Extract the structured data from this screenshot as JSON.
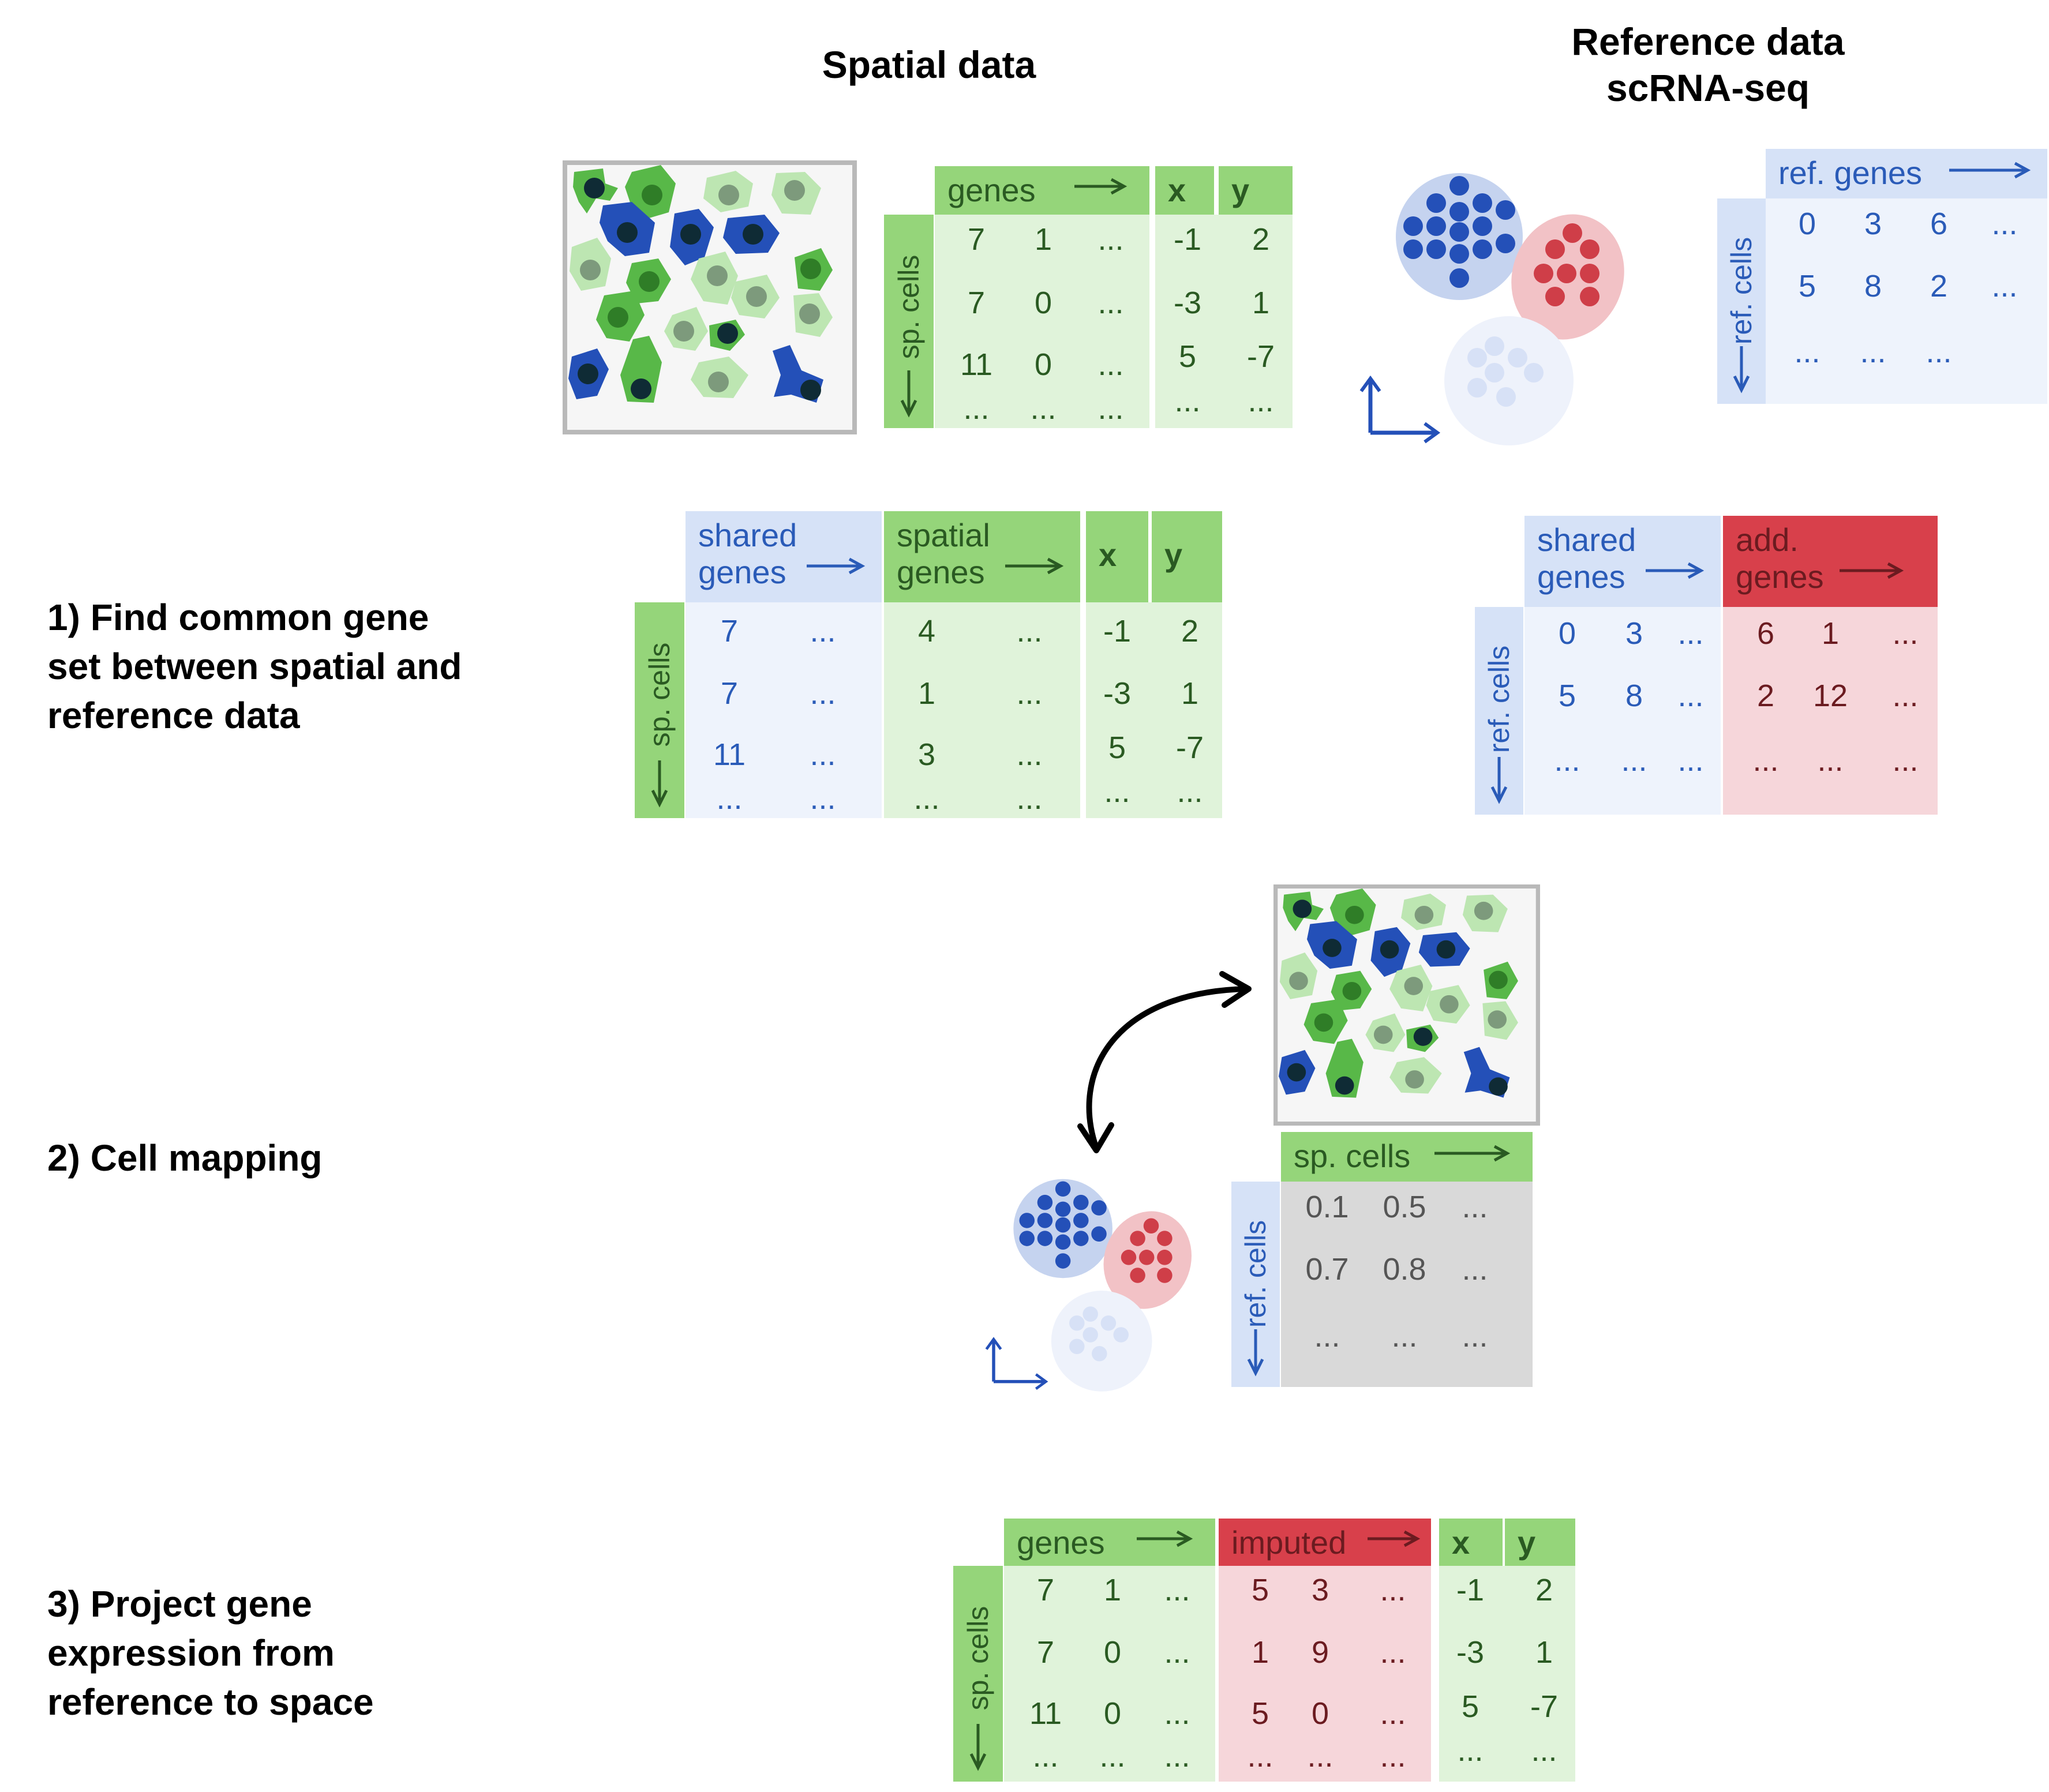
{
  "headers": {
    "spatial": "Spatial data",
    "reference": "Reference data\nscRNA-seq"
  },
  "colors": {
    "green_head": "#95d57a",
    "green_body": "#e0f3da",
    "green_text": "#2a5a22",
    "blue_head": "#d6e2f7",
    "blue_body": "#eef3fc",
    "blue_text": "#2a5bb8",
    "red_head": "#d8404b",
    "red_body": "#f6d6da",
    "red_text": "#6b1b20",
    "gray_body": "#d9d9d9",
    "gray_text": "#555555",
    "cell_dark_blue": "#2450b8",
    "cell_green": "#58b848",
    "cell_light_green": "#bde6b2",
    "nucleus_dark": "#0f2b35",
    "nucleus_green": "#2f7d27",
    "nucleus_gray": "#7d9a7c"
  },
  "steps": {
    "s1": "1) Find common gene set between spatial and reference data",
    "s2": "2) Cell mapping",
    "s3": "3) Project gene expression from reference to space"
  },
  "spatial_top": {
    "genes_label": "genes",
    "x_label": "x",
    "y_label": "y",
    "row_label": "sp. cells",
    "genes": [
      [
        "7",
        "1",
        "..."
      ],
      [
        "7",
        "0",
        "..."
      ],
      [
        "11",
        "0",
        "..."
      ],
      [
        "...",
        "...",
        "..."
      ]
    ],
    "xy": [
      [
        "-1",
        "2"
      ],
      [
        "-3",
        "1"
      ],
      [
        "5",
        "-7"
      ],
      [
        "...",
        "..."
      ]
    ]
  },
  "reference_top": {
    "genes_label": "ref. genes",
    "row_label": "ref. cells",
    "values": [
      [
        "0",
        "3",
        "6",
        "..."
      ],
      [
        "5",
        "8",
        "2",
        "..."
      ],
      [
        "...",
        "...",
        "..."
      ]
    ]
  },
  "step1_spatial": {
    "shared_label": "shared genes",
    "spatial_label": "spatial genes",
    "x_label": "x",
    "y_label": "y",
    "row_label": "sp. cells",
    "shared": [
      [
        "7",
        "..."
      ],
      [
        "7",
        "..."
      ],
      [
        "11",
        "..."
      ],
      [
        "...",
        "..."
      ]
    ],
    "spatial": [
      [
        "4",
        "..."
      ],
      [
        "1",
        "..."
      ],
      [
        "3",
        "..."
      ],
      [
        "...",
        "..."
      ]
    ],
    "xy": [
      [
        "-1",
        "2"
      ],
      [
        "-3",
        "1"
      ],
      [
        "5",
        "-7"
      ],
      [
        "...",
        "..."
      ]
    ]
  },
  "step1_reference": {
    "shared_label": "shared genes",
    "add_label": "add. genes",
    "row_label": "ref. cells",
    "shared": [
      [
        "0",
        "3",
        "..."
      ],
      [
        "5",
        "8",
        "..."
      ],
      [
        "...",
        "...",
        "..."
      ]
    ],
    "add": [
      [
        "6",
        "1",
        "..."
      ],
      [
        "2",
        "12",
        "..."
      ],
      [
        "...",
        "...",
        "..."
      ]
    ]
  },
  "mapping": {
    "col_label": "sp. cells",
    "row_label": "ref. cells",
    "values": [
      [
        "0.1",
        "0.5",
        "..."
      ],
      [
        "0.7",
        "0.8",
        "..."
      ],
      [
        "...",
        "...",
        "..."
      ]
    ]
  },
  "step3": {
    "genes_label": "genes",
    "imputed_label": "imputed",
    "x_label": "x",
    "y_label": "y",
    "row_label": "sp. cells",
    "genes": [
      [
        "7",
        "1",
        "..."
      ],
      [
        "7",
        "0",
        "..."
      ],
      [
        "11",
        "0",
        "..."
      ],
      [
        "...",
        "...",
        "..."
      ]
    ],
    "imputed": [
      [
        "5",
        "3",
        "..."
      ],
      [
        "1",
        "9",
        "..."
      ],
      [
        "5",
        "0",
        "..."
      ],
      [
        "...",
        "...",
        "..."
      ]
    ],
    "xy": [
      [
        "-1",
        "2"
      ],
      [
        "-3",
        "1"
      ],
      [
        "5",
        "-7"
      ],
      [
        "...",
        "..."
      ]
    ]
  }
}
